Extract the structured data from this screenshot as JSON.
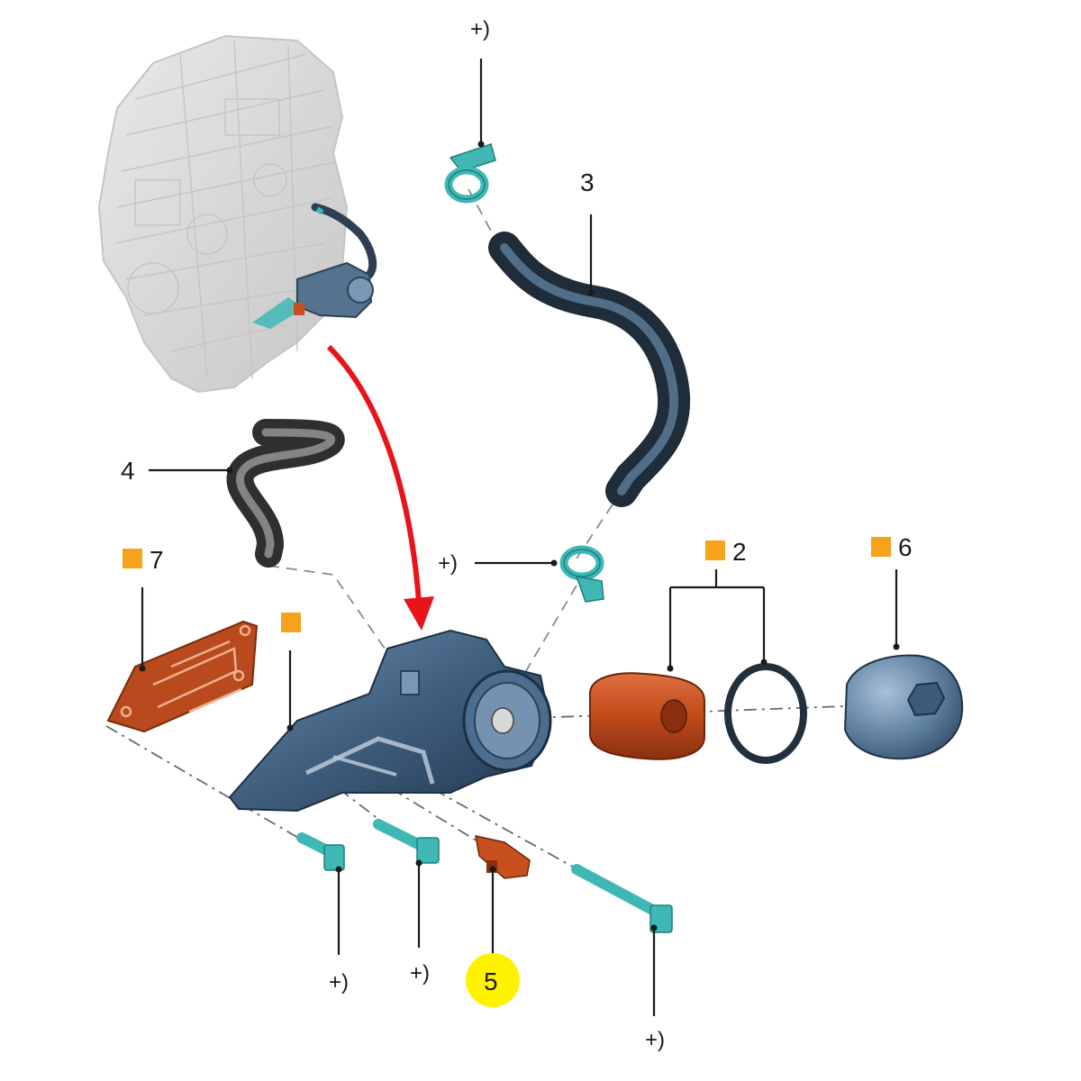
{
  "callouts": {
    "c2": "2",
    "c3": "3",
    "c4": "4",
    "c5": "5",
    "c6": "6",
    "c7": "7"
  },
  "torque_label": "+)",
  "colors": {
    "marker_square": "#f7a21b",
    "highlight_circle": "#fff200",
    "arrow": "#e8141b",
    "housing": "#3d5a78",
    "hose_dark": "#2b3a4a",
    "hose_grey": "#4a4a4a",
    "clip_teal": "#3fb8b5",
    "filter_orange": "#c8501e",
    "engine_grey": "#d0d0d0"
  }
}
